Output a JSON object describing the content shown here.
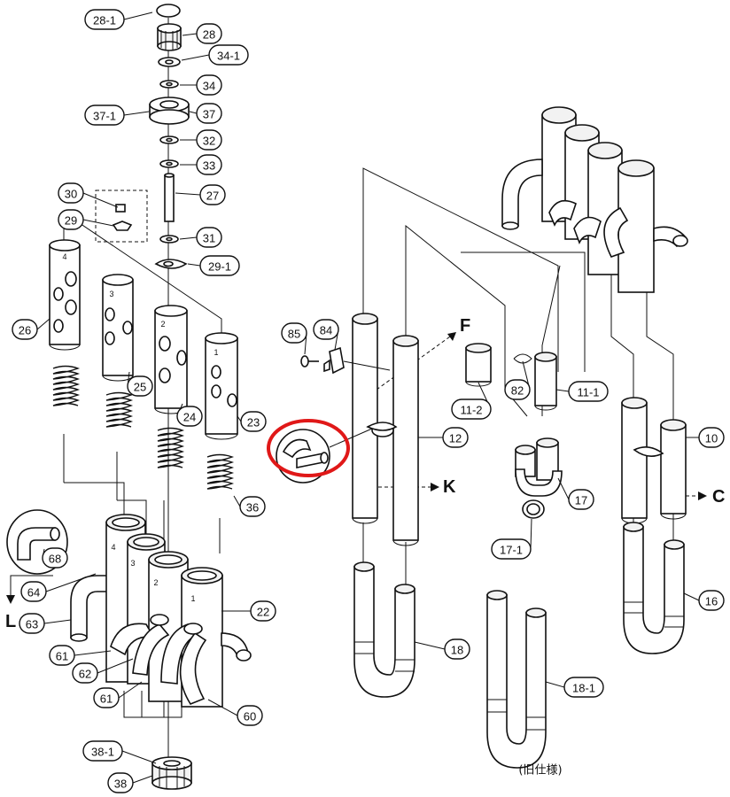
{
  "callouts": [
    {
      "id": "28-1",
      "label": "28-1"
    },
    {
      "id": "28",
      "label": "28"
    },
    {
      "id": "34-1",
      "label": "34-1"
    },
    {
      "id": "34",
      "label": "34"
    },
    {
      "id": "37-1",
      "label": "37-1"
    },
    {
      "id": "37",
      "label": "37"
    },
    {
      "id": "32",
      "label": "32"
    },
    {
      "id": "33",
      "label": "33"
    },
    {
      "id": "27",
      "label": "27"
    },
    {
      "id": "30",
      "label": "30"
    },
    {
      "id": "29",
      "label": "29"
    },
    {
      "id": "31",
      "label": "31"
    },
    {
      "id": "29-1",
      "label": "29-1"
    },
    {
      "id": "26",
      "label": "26"
    },
    {
      "id": "25",
      "label": "25"
    },
    {
      "id": "24",
      "label": "24"
    },
    {
      "id": "23",
      "label": "23"
    },
    {
      "id": "36",
      "label": "36"
    },
    {
      "id": "68",
      "label": "68"
    },
    {
      "id": "64",
      "label": "64"
    },
    {
      "id": "63",
      "label": "63"
    },
    {
      "id": "22",
      "label": "22"
    },
    {
      "id": "61a",
      "label": "61"
    },
    {
      "id": "62",
      "label": "62"
    },
    {
      "id": "61b",
      "label": "61"
    },
    {
      "id": "60",
      "label": "60"
    },
    {
      "id": "38-1",
      "label": "38-1"
    },
    {
      "id": "38",
      "label": "38"
    },
    {
      "id": "85",
      "label": "85"
    },
    {
      "id": "84",
      "label": "84"
    },
    {
      "id": "11-2",
      "label": "11-2"
    },
    {
      "id": "82",
      "label": "82"
    },
    {
      "id": "11-1",
      "label": "11-1"
    },
    {
      "id": "12",
      "label": "12"
    },
    {
      "id": "10",
      "label": "10"
    },
    {
      "id": "17",
      "label": "17"
    },
    {
      "id": "17-1",
      "label": "17-1"
    },
    {
      "id": "16",
      "label": "16"
    },
    {
      "id": "18",
      "label": "18"
    },
    {
      "id": "18-1",
      "label": "18-1"
    }
  ],
  "direction_letters": {
    "F": "F",
    "K": "K",
    "C": "C",
    "L": "L"
  },
  "cylinder_numbers": {
    "c4": "4",
    "c3": "3",
    "c2": "2",
    "c1": "1",
    "h4": "4",
    "h3": "3",
    "h2": "2",
    "h1": "1"
  },
  "old_spec_note": "(旧仕様)",
  "highlight_color": "#e01818"
}
